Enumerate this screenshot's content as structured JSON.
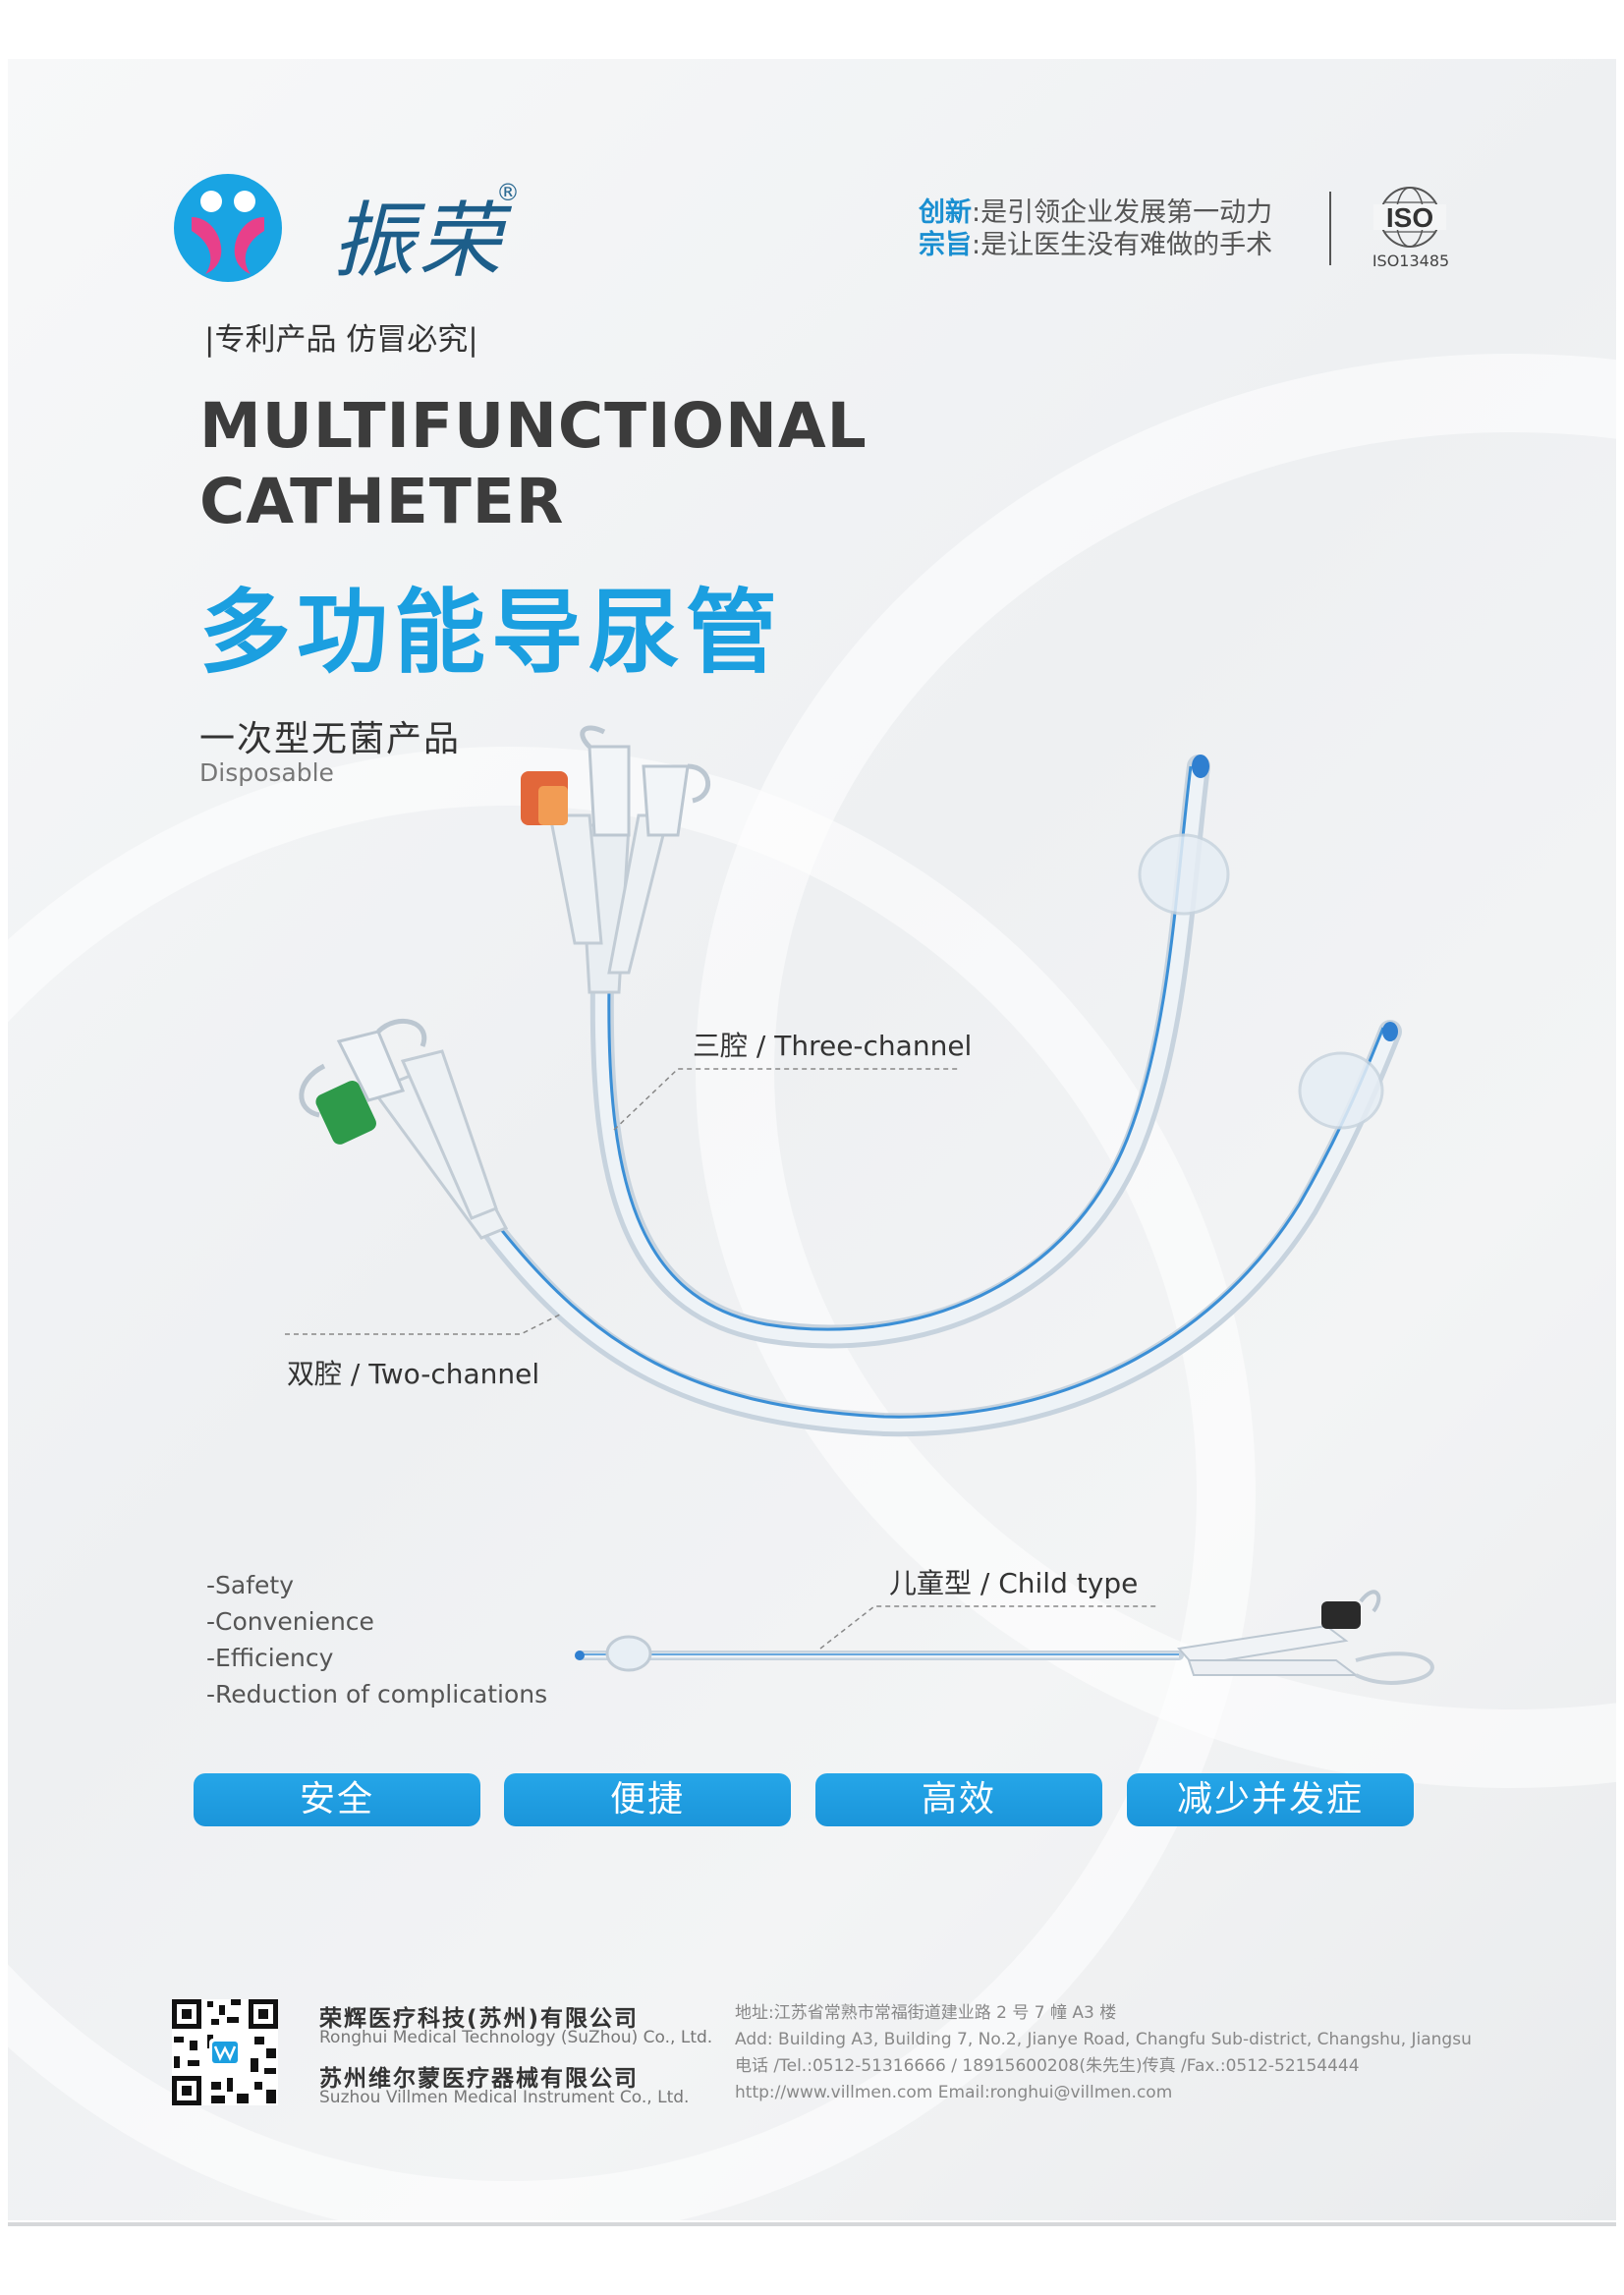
{
  "brand": {
    "name": "振荣",
    "registered": "®"
  },
  "slogan": {
    "line1_key": "创新",
    "line1_text": ":是引领企业发展第一动力",
    "line2_key": "宗旨",
    "line2_text": ":是让医生没有难做的手术"
  },
  "iso": {
    "logo_text": "ISO",
    "label": "ISO13485"
  },
  "patent_notice": "|专利产品 仿冒必究|",
  "title": {
    "en": "MULTIFUNCTIONAL\nCATHETER",
    "cn": "多功能导尿管"
  },
  "disposable": {
    "cn": "一次型无菌产品",
    "en": "Disposable"
  },
  "product_labels": {
    "three_channel": "三腔 / Three-channel",
    "two_channel": "双腔 / Two-channel",
    "child_type": "儿童型 / Child type"
  },
  "features": [
    "-Safety",
    "-Convenience",
    "-Efficiency",
    "-Reduction of complications"
  ],
  "feature_buttons": [
    "安全",
    "便捷",
    "高效",
    "减少并发症"
  ],
  "colors": {
    "accent_blue": "#1b9fe0",
    "title_gray": "#3c3c3c"
  },
  "footer": {
    "company1_cn": "荣辉医疗科技(苏州)有限公司",
    "company1_en": "Ronghui Medical Technology (SuZhou) Co., Ltd.",
    "company2_cn": "苏州维尔蒙医疗器械有限公司",
    "company2_en": "Suzhou Villmen Medical Instrument Co., Ltd.",
    "address_cn": "地址:江苏省常熟市常福街道建业路 2 号 7 幢 A3 楼",
    "address_en": "Add: Building A3, Building 7, No.2, Jianye Road, Changfu Sub-district, Changshu, Jiangsu",
    "phone": "电话 /Tel.:0512-51316666 / 18915600208(朱先生)传真 /Fax.:0512-52154444",
    "web_email": "http://www.villmen.com   Email:ronghui@villmen.com"
  }
}
